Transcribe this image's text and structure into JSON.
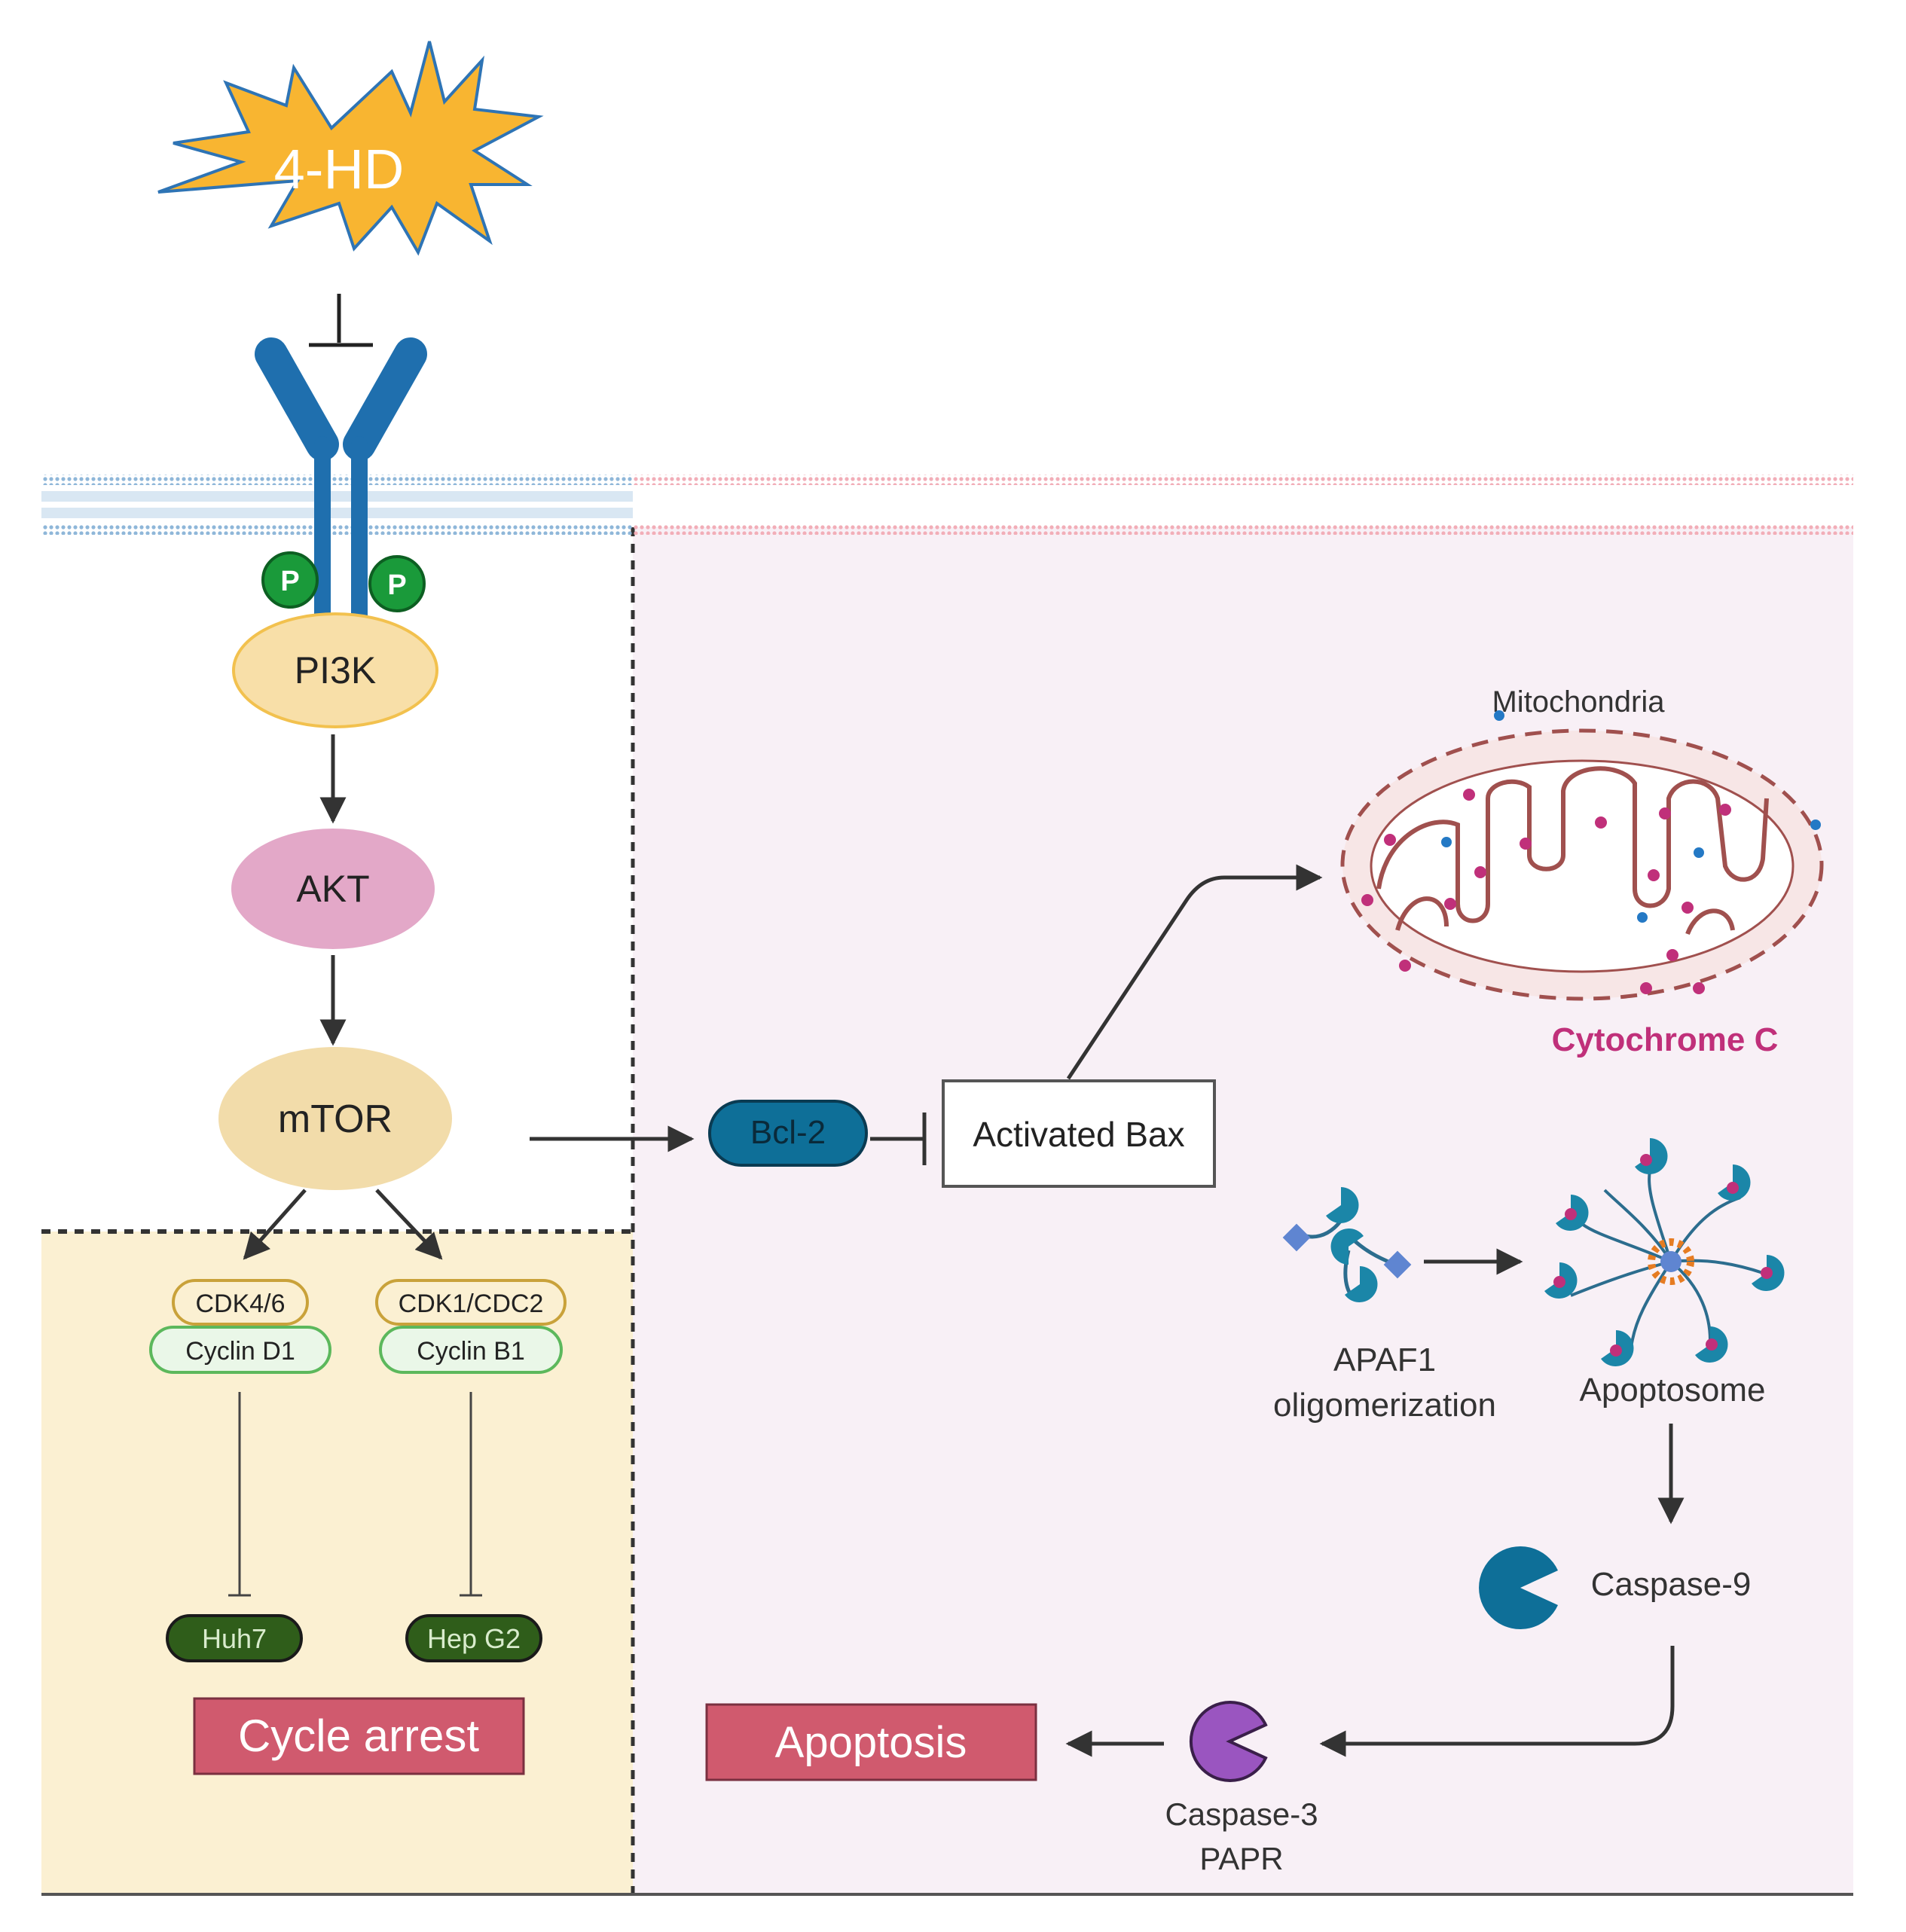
{
  "drug": {
    "label": "4-HD"
  },
  "receptor": {
    "phospho_label": "P"
  },
  "proteins": {
    "pi3k": "PI3K",
    "akt": "AKT",
    "mtor": "mTOR"
  },
  "cell_cycle": {
    "left": {
      "cdk": "CDK4/6",
      "cyclin": "Cyclin D1",
      "cell_line": "Huh7"
    },
    "right": {
      "cdk": "CDK1/CDC2",
      "cyclin": "Cyclin B1",
      "cell_line": "Hep G2"
    },
    "outcome": "Cycle arrest"
  },
  "apoptosis_path": {
    "bcl2": "Bcl-2",
    "bax": "Activated Bax",
    "mitochondria": "Mitochondria",
    "cytochrome": "Cytochrome C",
    "apaf1_line1": "APAF1",
    "apaf1_line2": "oligomerization",
    "apoptosome": "Apoptosome",
    "caspase9": "Caspase-9",
    "caspase3_line1": "Caspase-3",
    "caspase3_line2": "PAPR",
    "outcome": "Apoptosis"
  },
  "colors": {
    "receptor_blue": "#1f6fae",
    "phospho_green": "#1a9a3a",
    "pi3k_fill": "#f8dfa8",
    "akt_fill": "#e3a8c8",
    "mtor_fill": "#f2dcaa",
    "bcl2_blue": "#0e6f98",
    "cytochrome_magenta": "#c0307a",
    "outcome_red": "#d05a6e",
    "cycle_region": "#fbf0d2",
    "apoptosis_region": "#f8f0f6",
    "cell_line_green": "#2f5d1a",
    "caspase3_purple": "#9a55c0",
    "star_fill": "#f8b531"
  }
}
